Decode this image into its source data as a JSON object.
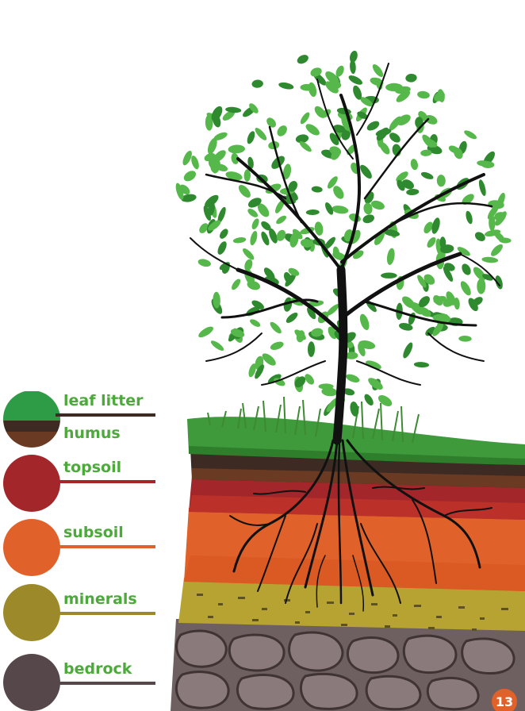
{
  "legend": {
    "items": [
      {
        "label": "leaf litter",
        "color": "#2e9b47"
      },
      {
        "label": "humus",
        "color": "#3d2a22"
      },
      {
        "label": "topsoil",
        "color": "#a3262a"
      },
      {
        "label": "subsoil",
        "color": "#e0622a"
      },
      {
        "label": "minerals",
        "color": "#9c8a2a"
      },
      {
        "label": "bedrock",
        "color": "#56484a"
      }
    ],
    "label_color": "#4caa3a"
  },
  "page_number": "13",
  "colors": {
    "grass": "#3f9a3c",
    "leaf": "#56b84a",
    "leaf_dark": "#2f8a2f",
    "trunk": "#111111",
    "humus": "#3d2a22",
    "topsoil": "#a3262a",
    "subsoil": "#e0622a",
    "minerals": "#b7a332",
    "bedrock": "#7a6a6a",
    "badge": "#e0622a"
  }
}
